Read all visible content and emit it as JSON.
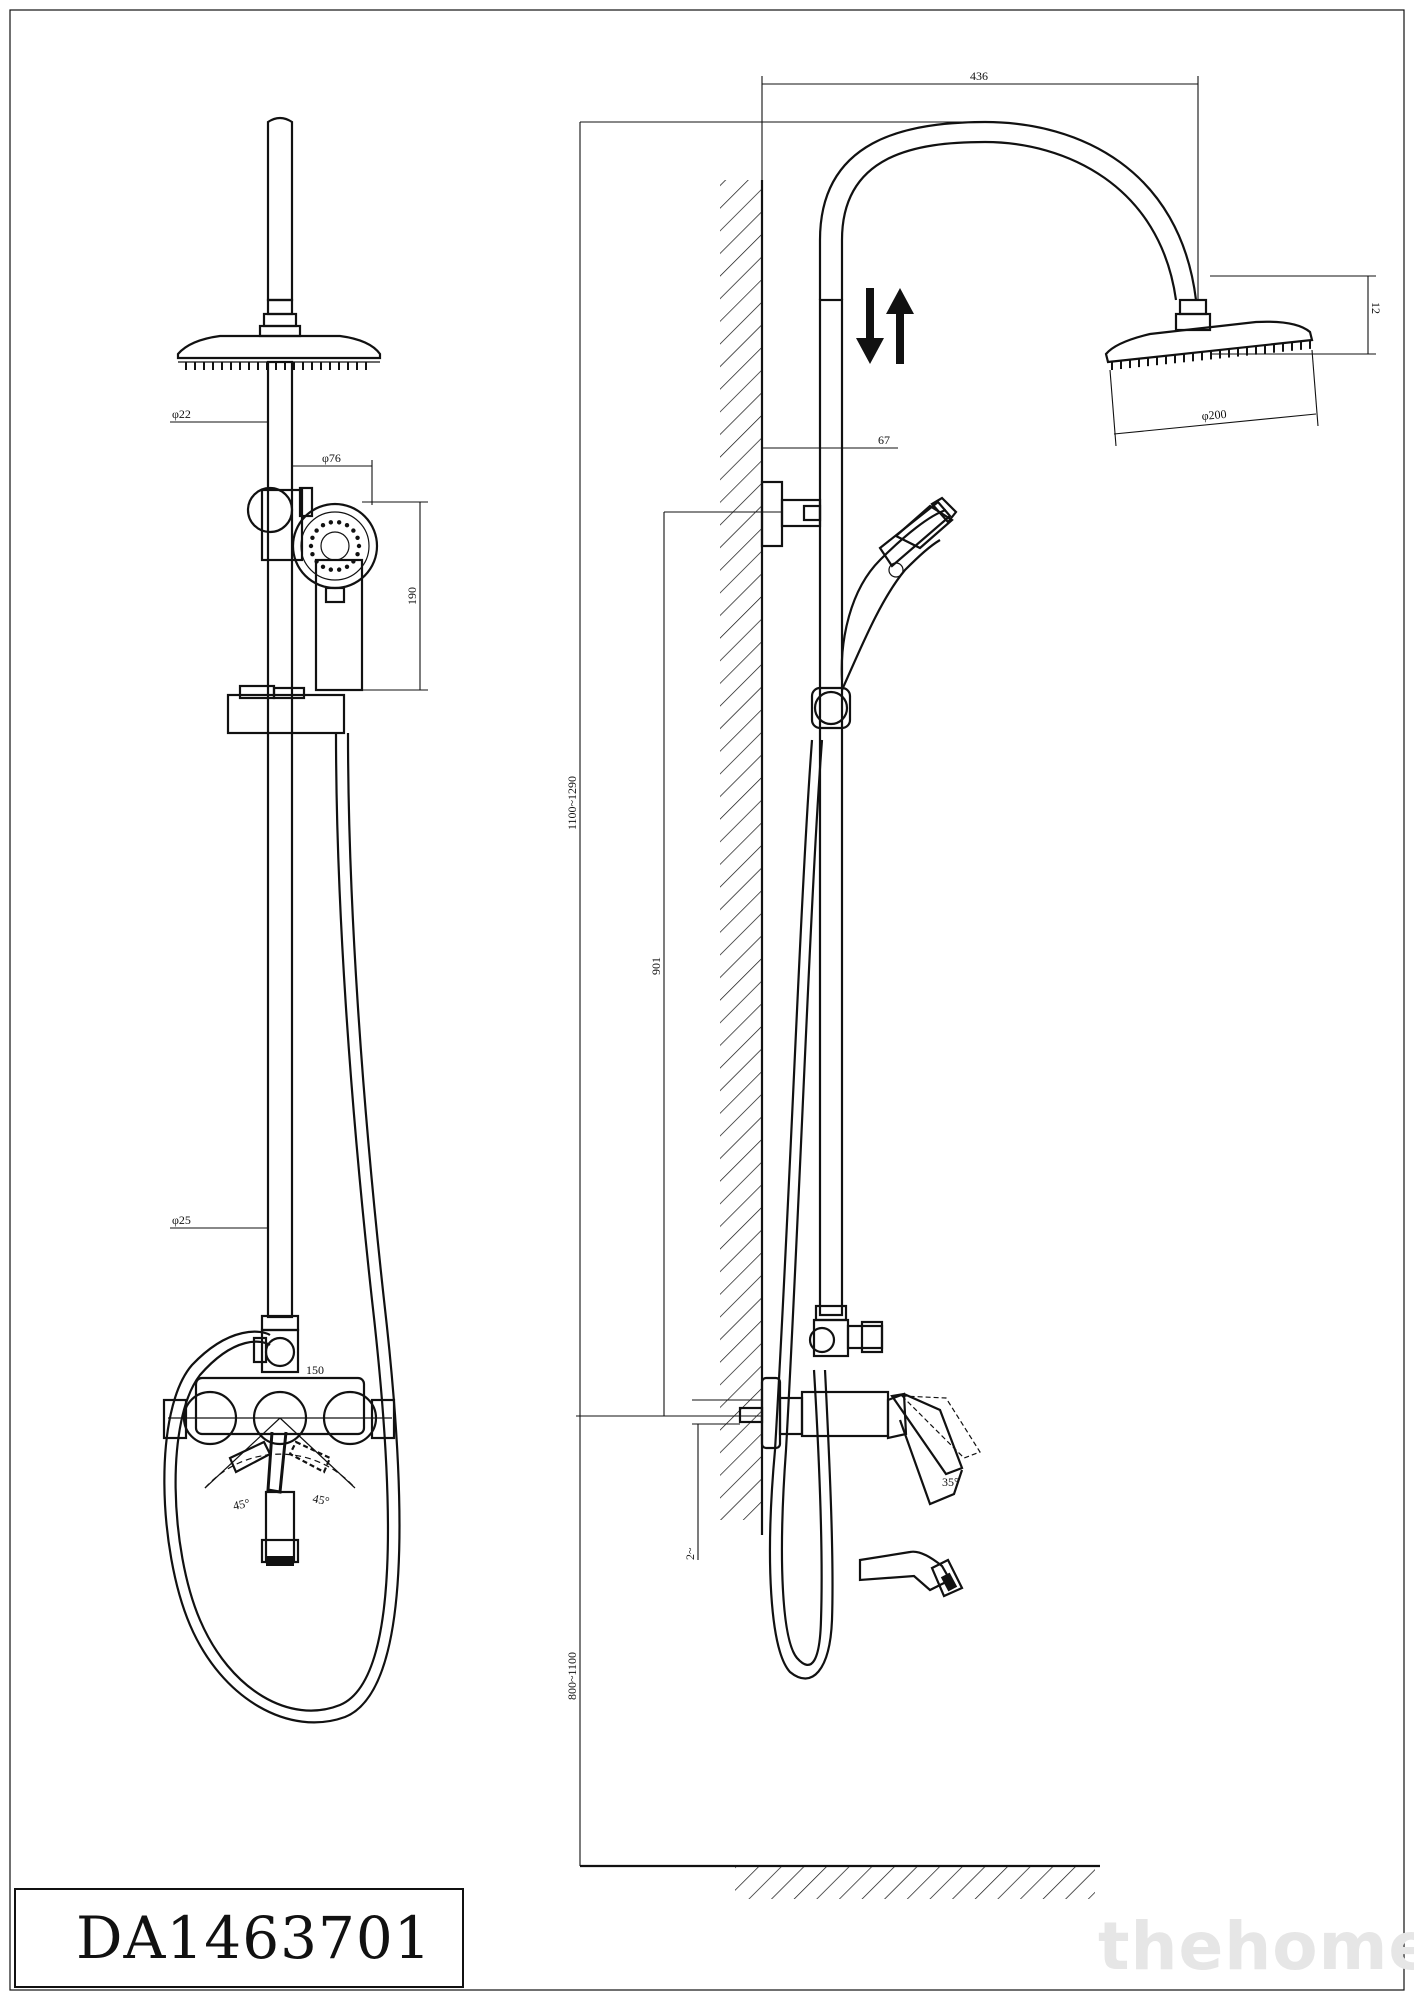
{
  "model_code": "DA1463701",
  "watermark": "thehome",
  "dimensions": {
    "arm_reach": "436",
    "head_height": "12",
    "head_diameter": "φ200",
    "wall_offset": "67",
    "riser_diameter": "φ22",
    "hand_shower_diameter": "φ76",
    "hand_shower_length": "190",
    "lower_pipe_diameter": "φ25",
    "mixer_centers": "150",
    "adjust_range": "1100~1290",
    "holder_to_mixer": "901",
    "mixer_height": "800~1100",
    "eccentric": "2~",
    "handle_angle_left": "45°",
    "handle_angle_right": "45°",
    "diverter_angle": "35°"
  },
  "icons": {
    "adjust_arrows": "up-down-arrows-icon"
  }
}
